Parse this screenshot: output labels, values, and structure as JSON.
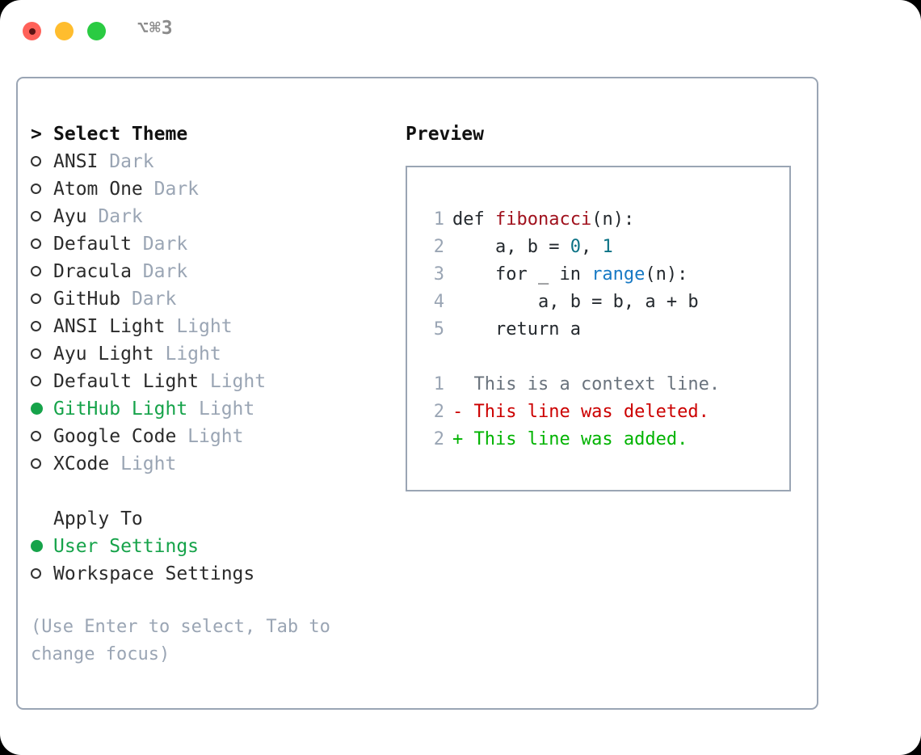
{
  "titlebar": {
    "shortcut": "⌥⌘3",
    "dots": [
      {
        "name": "close",
        "color": "#ff6159"
      },
      {
        "name": "minimize",
        "color": "#ffbd2e"
      },
      {
        "name": "maximize",
        "color": "#2acb42"
      }
    ]
  },
  "theme_panel": {
    "header": "Select Theme",
    "caret": ">",
    "items": [
      {
        "label": "ANSI",
        "suffix": "Dark",
        "selected": false
      },
      {
        "label": "Atom One",
        "suffix": "Dark",
        "selected": false
      },
      {
        "label": "Ayu",
        "suffix": "Dark",
        "selected": false
      },
      {
        "label": "Default",
        "suffix": "Dark",
        "selected": false
      },
      {
        "label": "Dracula",
        "suffix": "Dark",
        "selected": false
      },
      {
        "label": "GitHub",
        "suffix": "Dark",
        "selected": false
      },
      {
        "label": "ANSI Light",
        "suffix": "Light",
        "selected": false
      },
      {
        "label": "Ayu Light",
        "suffix": "Light",
        "selected": false
      },
      {
        "label": "Default Light",
        "suffix": "Light",
        "selected": false
      },
      {
        "label": "GitHub Light",
        "suffix": "Light",
        "selected": true
      },
      {
        "label": "Google Code",
        "suffix": "Light",
        "selected": false
      },
      {
        "label": "XCode",
        "suffix": "Light",
        "selected": false
      }
    ]
  },
  "apply_to": {
    "header": "Apply To",
    "options": [
      {
        "label": "User Settings",
        "selected": true
      },
      {
        "label": "Workspace Settings",
        "selected": false
      }
    ]
  },
  "hint": "(Use Enter to select, Tab to change focus)",
  "preview": {
    "title": "Preview",
    "code_lines": [
      {
        "ln": "1",
        "segments": [
          {
            "text": "def ",
            "style": "plain"
          },
          {
            "text": "fibonacci",
            "style": "func"
          },
          {
            "text": "(n):",
            "style": "plain"
          }
        ]
      },
      {
        "ln": "2",
        "segments": [
          {
            "text": "    a, b = ",
            "style": "plain"
          },
          {
            "text": "0",
            "style": "num"
          },
          {
            "text": ", ",
            "style": "plain"
          },
          {
            "text": "1",
            "style": "num"
          }
        ]
      },
      {
        "ln": "3",
        "segments": [
          {
            "text": "    for _ in ",
            "style": "plain"
          },
          {
            "text": "range",
            "style": "blue"
          },
          {
            "text": "(n):",
            "style": "plain"
          }
        ]
      },
      {
        "ln": "4",
        "segments": [
          {
            "text": "        a, b = b, a + b",
            "style": "plain"
          }
        ]
      },
      {
        "ln": "5",
        "segments": [
          {
            "text": "    return a",
            "style": "plain"
          }
        ]
      }
    ],
    "diff_lines": [
      {
        "ln": "1",
        "segments": [
          {
            "text": "  This is a context line.",
            "style": "ctx"
          }
        ]
      },
      {
        "ln": "2",
        "segments": [
          {
            "text": "- This line was deleted.",
            "style": "del"
          }
        ]
      },
      {
        "ln": "2",
        "segments": [
          {
            "text": "+ This line was added.",
            "style": "add"
          }
        ]
      }
    ]
  },
  "colors": {
    "accent_green": "#16a34a",
    "muted": "#9aa5b4",
    "border": "#9aa5b4",
    "diff_add": "#00b300",
    "diff_del": "#cc0000",
    "func": "#a0111d",
    "number": "#0b7285",
    "builtin": "#1779c4"
  }
}
